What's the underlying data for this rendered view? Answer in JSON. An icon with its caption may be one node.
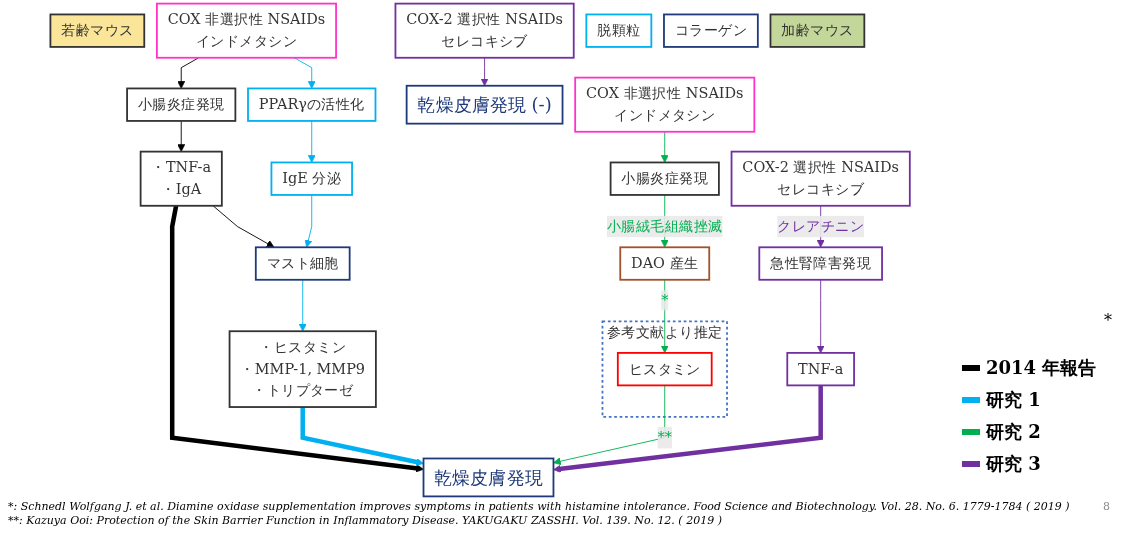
{
  "diagram": {
    "nodes": [
      {
        "text": [
          "若齢マウス"
        ]
      },
      {
        "text": [
          "COX 非選択性 NSAIDs",
          "インドメタシン"
        ]
      },
      {
        "text": [
          "COX-2 選択性 NSAIDs",
          "セレコキシブ"
        ]
      },
      {
        "text": [
          "PPARγの活性化"
        ]
      },
      {
        "text": [
          "小腸炎症発現"
        ]
      },
      {
        "text": [
          "乾燥皮膚発現 (-)"
        ]
      },
      {
        "text": [
          "・TNF-a",
          "・IgA"
        ]
      },
      {
        "text": [
          "IgE 分泌"
        ]
      },
      {
        "text": [
          "マスト細胞"
        ]
      },
      {
        "text": [
          "脱顆粒"
        ]
      },
      {
        "text": [
          "・ヒスタミン",
          "・MMP-1, MMP9",
          "・トリプターゼ"
        ]
      },
      {
        "text": [
          "コラーゲン"
        ]
      },
      {
        "text": [
          "乾燥皮膚発現"
        ]
      },
      {
        "text": [
          "加齢マウス"
        ]
      },
      {
        "text": [
          "COX 非選択性 NSAIDs",
          "インドメタシン"
        ]
      },
      {
        "text": [
          "COX-2 選択性 NSAIDs",
          "セレコキシブ"
        ]
      },
      {
        "text": [
          "小腸炎症発現"
        ]
      },
      {
        "text": [
          "急性腎障害発現"
        ]
      },
      {
        "text": [
          "DAO 産生"
        ]
      },
      {
        "text": [
          "TNF-a"
        ]
      },
      {
        "text": [
          "参考文献より推定"
        ]
      },
      {
        "text": [
          "ヒスタミン"
        ],
        "in": 20
      }
    ],
    "edges": [
      {
        "from": 1,
        "to": 3,
        "arrow": "to"
      },
      {
        "from": 1,
        "to": 4,
        "arrow": "to",
        "color": "#000000"
      },
      {
        "from": 2,
        "to": 5,
        "arrow": "to",
        "color": "#7030a0"
      },
      {
        "from": 4,
        "to": 6,
        "arrow": "to",
        "color": "#000000"
      },
      {
        "from": 3,
        "to": 7,
        "arrow": "to"
      },
      {
        "from": 6,
        "to": 8,
        "arrow": "to",
        "color": "#000000"
      },
      {
        "from": 7,
        "to": 8,
        "arrow": "to"
      },
      {
        "from": 8,
        "to": 10,
        "arrow": "to"
      },
      {
        "from": 6,
        "to": 12,
        "arrow": "to",
        "style": "thick",
        "color": "#000000"
      },
      {
        "from": 10,
        "to": 12,
        "arrow": "to",
        "style": "thick"
      },
      {
        "from": 14,
        "to": 16,
        "arrow": "to",
        "color": "#00b050"
      },
      {
        "from": 16,
        "to": 18,
        "arrow": "to",
        "label": "小腸絨毛組織挫滅",
        "color": "#00b050"
      },
      {
        "from": 18,
        "to": 21,
        "arrow": "to",
        "label": "*",
        "color": "#00b050"
      },
      {
        "from": 21,
        "to": 12,
        "arrow": "to",
        "label": "**",
        "color": "#00b050"
      },
      {
        "from": 15,
        "to": 17,
        "arrow": "to",
        "label": "クレアチニン",
        "color": "#7030a0"
      },
      {
        "from": 17,
        "to": 19,
        "arrow": "to",
        "color": "#7030a0"
      },
      {
        "from": 19,
        "to": 12,
        "arrow": "to",
        "style": "thick",
        "color": "#7030a0"
      }
    ],
    "labels": [
      "*",
      "*: Schnedl Wolfgang J. et al. Diamine oxidase supplementation improves symptoms in patients with histamine intolerance. Food Science and Biotechnology. Vol. 28. No. 6. 1779-1784 ( 2019 )",
      "**: Kazuya Ooi: Protection of the Skin Barrier Function in Inflammatory Disease. YAKUGAKU ZASSHI. Vol. 139. No. 12. ( 2019 )",
      "8"
    ],
    "legend": [
      {
        "text": "2014 年報告",
        "color": "#000000"
      },
      {
        "text": "研究 1",
        "color": "#00b0f0"
      },
      {
        "text": "研究 2",
        "color": "#00b050"
      },
      {
        "text": "研究 3",
        "color": "#7030a0"
      }
    ]
  }
}
